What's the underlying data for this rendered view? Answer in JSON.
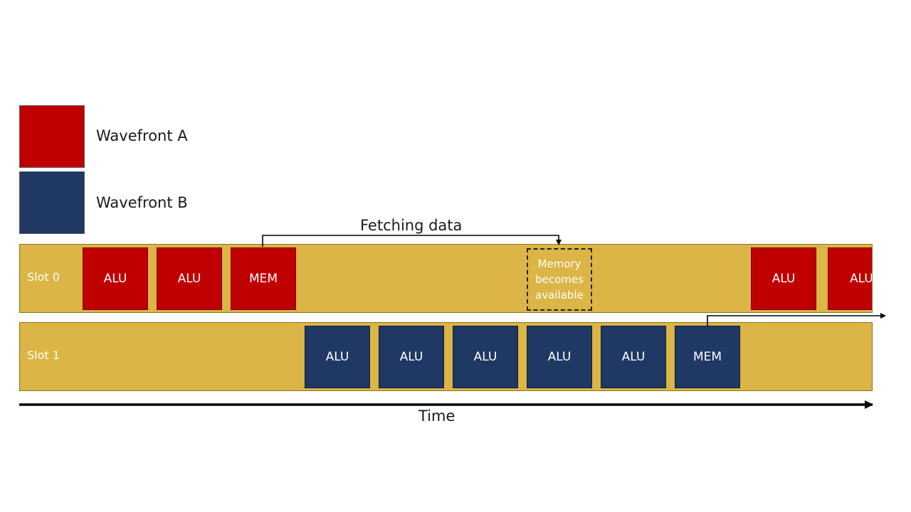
{
  "colors": {
    "wavefront_a": "#c00000",
    "wavefront_b": "#1f3864",
    "slot_bg": "#dbb545",
    "arrow": "#000000"
  },
  "legend": [
    {
      "label": "Wavefront A",
      "color_key": "wavefront_a"
    },
    {
      "label": "Wavefront B",
      "color_key": "wavefront_b"
    }
  ],
  "slots": [
    {
      "label": "Slot 0"
    },
    {
      "label": "Slot 1"
    }
  ],
  "slot0_blocks": [
    {
      "label": "ALU",
      "wavefront": "A"
    },
    {
      "label": "ALU",
      "wavefront": "A"
    },
    {
      "label": "MEM",
      "wavefront": "A"
    },
    {
      "label": "ALU",
      "wavefront": "A"
    },
    {
      "label": "ALU",
      "wavefront": "A"
    }
  ],
  "slot1_blocks": [
    {
      "label": "ALU",
      "wavefront": "B"
    },
    {
      "label": "ALU",
      "wavefront": "B"
    },
    {
      "label": "ALU",
      "wavefront": "B"
    },
    {
      "label": "ALU",
      "wavefront": "B"
    },
    {
      "label": "ALU",
      "wavefront": "B"
    },
    {
      "label": "MEM",
      "wavefront": "B"
    }
  ],
  "memory_box": {
    "lines": [
      "Memory",
      "becomes",
      "available"
    ]
  },
  "annotations": {
    "fetching_label": "Fetching data",
    "time_label": "Time"
  }
}
